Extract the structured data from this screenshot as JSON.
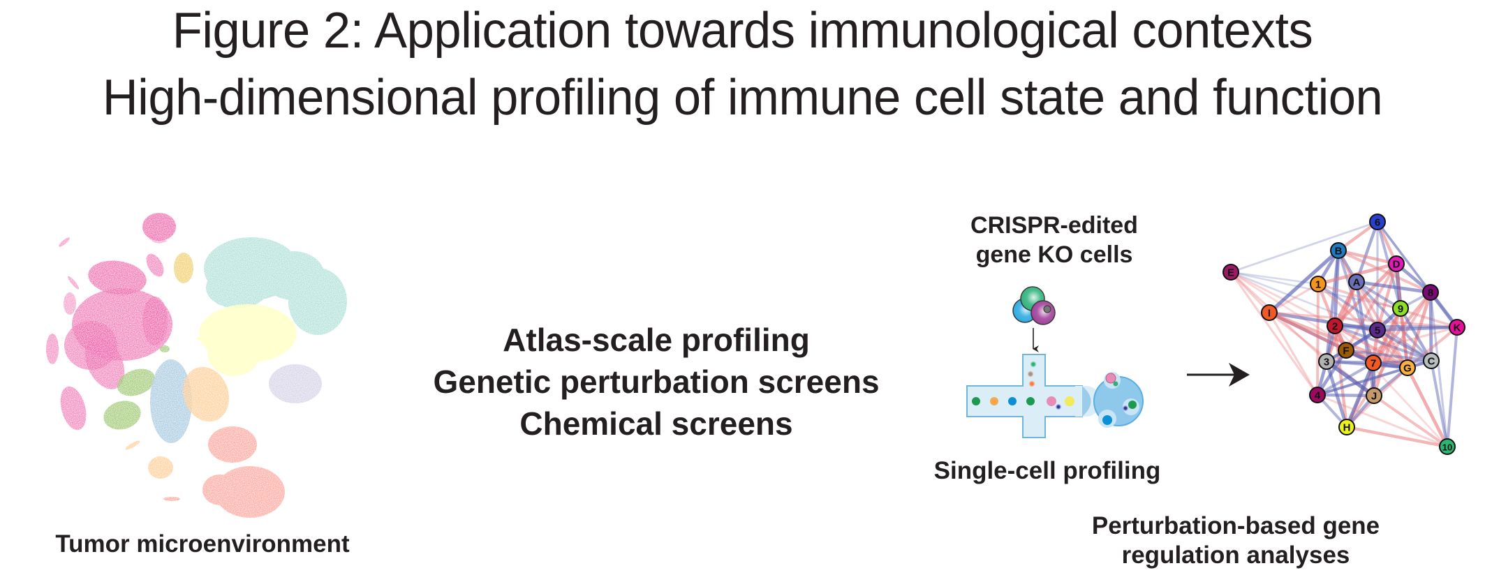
{
  "figure": {
    "title_line1": "Figure 2: Application towards immunological contexts",
    "title_line2": "High-dimensional profiling of immune cell state and function"
  },
  "panels": {
    "umap": {
      "caption": "Tumor microenvironment",
      "cluster_colors": {
        "pink": "#e7298a",
        "mustard": "#e6ab02",
        "teal": "#8dd3c7",
        "yellow": "#ffffb3",
        "lavender": "#bebada",
        "green": "#66a61e",
        "blue": "#80b1d3",
        "orange": "#fdb462",
        "salmon": "#fb8072"
      }
    },
    "methods": {
      "lines": [
        "Atlas-scale profiling",
        "Genetic perturbation screens",
        "Chemical screens"
      ]
    },
    "single_cell": {
      "title_line1": "CRISPR-edited",
      "title_line2": "gene KO cells",
      "caption": "Single-cell profiling",
      "cell_colors": [
        "#2bb17a",
        "#29a9e1",
        "#9e3c97"
      ],
      "droplet_colors": [
        "#1d9a4f",
        "#f7a84a",
        "#0b8fd6",
        "#1d9a4f",
        "#e88bb5",
        "#f2ea5a"
      ]
    },
    "network": {
      "caption_line1": "Perturbation-based gene",
      "caption_line2": "regulation analyses",
      "edge_colors": {
        "positive": "#e8787a",
        "negative": "#5b62b4"
      },
      "nodes": [
        {
          "id": "6",
          "color": "#2b3fcf"
        },
        {
          "id": "B",
          "color": "#1f7bc4"
        },
        {
          "id": "D",
          "color": "#e21ab9"
        },
        {
          "id": "E",
          "color": "#9c1a64"
        },
        {
          "id": "1",
          "color": "#f7941d"
        },
        {
          "id": "A",
          "color": "#6a6fb8"
        },
        {
          "id": "8",
          "color": "#7a0a74"
        },
        {
          "id": "9",
          "color": "#8ee026"
        },
        {
          "id": "I",
          "color": "#f15a24"
        },
        {
          "id": "K",
          "color": "#e8109a"
        },
        {
          "id": "2",
          "color": "#c1172c"
        },
        {
          "id": "5",
          "color": "#5b2a8e"
        },
        {
          "id": "F",
          "color": "#9a5a07"
        },
        {
          "id": "3",
          "color": "#b3b3b3"
        },
        {
          "id": "7",
          "color": "#f15a24"
        },
        {
          "id": "C",
          "color": "#b8bdbd"
        },
        {
          "id": "G",
          "color": "#fbb040"
        },
        {
          "id": "4",
          "color": "#9b0a5e"
        },
        {
          "id": "J",
          "color": "#c49a6c"
        },
        {
          "id": "H",
          "color": "#eef21c"
        },
        {
          "id": "10",
          "color": "#2bb673"
        }
      ],
      "edges": [
        {
          "s": "E",
          "t": "6",
          "sign": "neg",
          "w": 0.2
        },
        {
          "s": "E",
          "t": "I",
          "sign": "pos",
          "w": 0.3
        },
        {
          "s": "E",
          "t": "1",
          "sign": "neg",
          "w": 0.15
        },
        {
          "s": "E",
          "t": "2",
          "sign": "pos",
          "w": 0.25
        },
        {
          "s": "E",
          "t": "3",
          "sign": "pos",
          "w": 0.3
        },
        {
          "s": "E",
          "t": "4",
          "sign": "pos",
          "w": 0.3
        },
        {
          "s": "E",
          "t": "7",
          "sign": "pos",
          "w": 0.2
        },
        {
          "s": "E",
          "t": "5",
          "sign": "neg",
          "w": 0.15
        },
        {
          "s": "E",
          "t": "9",
          "sign": "neg",
          "w": 0.15
        },
        {
          "s": "6",
          "t": "B",
          "sign": "pos",
          "w": 0.6
        },
        {
          "s": "6",
          "t": "A",
          "sign": "neg",
          "w": 0.6
        },
        {
          "s": "6",
          "t": "D",
          "sign": "pos",
          "w": 0.6
        },
        {
          "s": "6",
          "t": "8",
          "sign": "neg",
          "w": 0.4
        },
        {
          "s": "6",
          "t": "9",
          "sign": "neg",
          "w": 0.5
        },
        {
          "s": "6",
          "t": "5",
          "sign": "neg",
          "w": 0.3
        },
        {
          "s": "6",
          "t": "K",
          "sign": "neg",
          "w": 0.25
        },
        {
          "s": "B",
          "t": "I",
          "sign": "neg",
          "w": 0.8
        },
        {
          "s": "B",
          "t": "1",
          "sign": "neg",
          "w": 0.7
        },
        {
          "s": "B",
          "t": "2",
          "sign": "neg",
          "w": 0.7
        },
        {
          "s": "B",
          "t": "A",
          "sign": "neg",
          "w": 0.6
        },
        {
          "s": "B",
          "t": "D",
          "sign": "pos",
          "w": 0.6
        },
        {
          "s": "B",
          "t": "8",
          "sign": "pos",
          "w": 0.5
        },
        {
          "s": "B",
          "t": "5",
          "sign": "pos",
          "w": 0.5
        },
        {
          "s": "B",
          "t": "3",
          "sign": "neg",
          "w": 0.6
        },
        {
          "s": "B",
          "t": "7",
          "sign": "neg",
          "w": 0.5
        },
        {
          "s": "D",
          "t": "1",
          "sign": "pos",
          "w": 0.7
        },
        {
          "s": "D",
          "t": "9",
          "sign": "neg",
          "w": 0.9
        },
        {
          "s": "D",
          "t": "8",
          "sign": "neg",
          "w": 0.7
        },
        {
          "s": "D",
          "t": "2",
          "sign": "pos",
          "w": 0.7
        },
        {
          "s": "D",
          "t": "5",
          "sign": "pos",
          "w": 0.6
        },
        {
          "s": "D",
          "t": "G",
          "sign": "pos",
          "w": 0.5
        },
        {
          "s": "D",
          "t": "F",
          "sign": "pos",
          "w": 0.5
        },
        {
          "s": "A",
          "t": "8",
          "sign": "neg",
          "w": 0.7
        },
        {
          "s": "A",
          "t": "2",
          "sign": "pos",
          "w": 0.8
        },
        {
          "s": "A",
          "t": "3",
          "sign": "pos",
          "w": 0.7
        },
        {
          "s": "A",
          "t": "J",
          "sign": "neg",
          "w": 0.6
        },
        {
          "s": "A",
          "t": "9",
          "sign": "neg",
          "w": 0.5
        },
        {
          "s": "A",
          "t": "C",
          "sign": "neg",
          "w": 0.5
        },
        {
          "s": "A",
          "t": "G",
          "sign": "pos",
          "w": 0.5
        },
        {
          "s": "1",
          "t": "I",
          "sign": "pos",
          "w": 0.3
        },
        {
          "s": "1",
          "t": "2",
          "sign": "pos",
          "w": 0.6
        },
        {
          "s": "1",
          "t": "4",
          "sign": "pos",
          "w": 0.5
        },
        {
          "s": "1",
          "t": "G",
          "sign": "pos",
          "w": 0.4
        },
        {
          "s": "1",
          "t": "K",
          "sign": "pos",
          "w": 0.4
        },
        {
          "s": "1",
          "t": "C",
          "sign": "neg",
          "w": 0.4
        },
        {
          "s": "I",
          "t": "5",
          "sign": "neg",
          "w": 0.7
        },
        {
          "s": "I",
          "t": "F",
          "sign": "neg",
          "w": 0.6
        },
        {
          "s": "I",
          "t": "7",
          "sign": "pos",
          "w": 0.7
        },
        {
          "s": "I",
          "t": "G",
          "sign": "pos",
          "w": 0.6
        },
        {
          "s": "I",
          "t": "4",
          "sign": "pos",
          "w": 0.3
        },
        {
          "s": "I",
          "t": "K",
          "sign": "pos",
          "w": 0.4
        },
        {
          "s": "I",
          "t": "J",
          "sign": "pos",
          "w": 0.3
        },
        {
          "s": "8",
          "t": "K",
          "sign": "neg",
          "w": 0.8
        },
        {
          "s": "8",
          "t": "9",
          "sign": "neg",
          "w": 0.4
        },
        {
          "s": "8",
          "t": "C",
          "sign": "neg",
          "w": 0.7
        },
        {
          "s": "8",
          "t": "G",
          "sign": "pos",
          "w": 0.7
        },
        {
          "s": "8",
          "t": "7",
          "sign": "pos",
          "w": 0.6
        },
        {
          "s": "8",
          "t": "H",
          "sign": "pos",
          "w": 0.5
        },
        {
          "s": "9",
          "t": "5",
          "sign": "neg",
          "w": 0.8
        },
        {
          "s": "9",
          "t": "G",
          "sign": "pos",
          "w": 0.7
        },
        {
          "s": "9",
          "t": "C",
          "sign": "neg",
          "w": 0.6
        },
        {
          "s": "9",
          "t": "7",
          "sign": "pos",
          "w": 0.6
        },
        {
          "s": "9",
          "t": "J",
          "sign": "pos",
          "w": 0.6
        },
        {
          "s": "9",
          "t": "H",
          "sign": "pos",
          "w": 0.5
        },
        {
          "s": "K",
          "t": "2",
          "sign": "neg",
          "w": 0.5
        },
        {
          "s": "K",
          "t": "5",
          "sign": "neg",
          "w": 0.6
        },
        {
          "s": "K",
          "t": "G",
          "sign": "pos",
          "w": 0.5
        },
        {
          "s": "K",
          "t": "10",
          "sign": "neg",
          "w": 0.5
        },
        {
          "s": "K",
          "t": "3",
          "sign": "pos",
          "w": 0.3
        },
        {
          "s": "2",
          "t": "F",
          "sign": "pos",
          "w": 1.0
        },
        {
          "s": "2",
          "t": "3",
          "sign": "neg",
          "w": 0.6
        },
        {
          "s": "2",
          "t": "5",
          "sign": "neg",
          "w": 0.5
        },
        {
          "s": "2",
          "t": "G",
          "sign": "pos",
          "w": 0.6
        },
        {
          "s": "2",
          "t": "C",
          "sign": "neg",
          "w": 0.5
        },
        {
          "s": "2",
          "t": "H",
          "sign": "pos",
          "w": 0.6
        },
        {
          "s": "5",
          "t": "F",
          "sign": "neg",
          "w": 0.8
        },
        {
          "s": "5",
          "t": "7",
          "sign": "pos",
          "w": 0.7
        },
        {
          "s": "5",
          "t": "C",
          "sign": "neg",
          "w": 0.6
        },
        {
          "s": "5",
          "t": "G",
          "sign": "pos",
          "w": 0.6
        },
        {
          "s": "5",
          "t": "3",
          "sign": "neg",
          "w": 0.5
        },
        {
          "s": "F",
          "t": "7",
          "sign": "neg",
          "w": 1.0
        },
        {
          "s": "F",
          "t": "3",
          "sign": "neg",
          "w": 0.6
        },
        {
          "s": "F",
          "t": "4",
          "sign": "neg",
          "w": 0.7
        },
        {
          "s": "F",
          "t": "G",
          "sign": "pos",
          "w": 0.5
        },
        {
          "s": "F",
          "t": "C",
          "sign": "neg",
          "w": 0.5
        },
        {
          "s": "3",
          "t": "J",
          "sign": "neg",
          "w": 0.9
        },
        {
          "s": "3",
          "t": "4",
          "sign": "neg",
          "w": 0.7
        },
        {
          "s": "3",
          "t": "H",
          "sign": "neg",
          "w": 0.7
        },
        {
          "s": "3",
          "t": "7",
          "sign": "neg",
          "w": 0.6
        },
        {
          "s": "3",
          "t": "G",
          "sign": "neg",
          "w": 0.5
        },
        {
          "s": "7",
          "t": "G",
          "sign": "neg",
          "w": 0.9
        },
        {
          "s": "7",
          "t": "J",
          "sign": "neg",
          "w": 0.8
        },
        {
          "s": "7",
          "t": "H",
          "sign": "neg",
          "w": 0.8
        },
        {
          "s": "7",
          "t": "4",
          "sign": "neg",
          "w": 0.5
        },
        {
          "s": "7",
          "t": "C",
          "sign": "neg",
          "w": 0.5
        },
        {
          "s": "G",
          "t": "C",
          "sign": "neg",
          "w": 0.6
        },
        {
          "s": "G",
          "t": "J",
          "sign": "neg",
          "w": 0.6
        },
        {
          "s": "G",
          "t": "4",
          "sign": "neg",
          "w": 0.5
        },
        {
          "s": "G",
          "t": "10",
          "sign": "pos",
          "w": 0.7
        },
        {
          "s": "G",
          "t": "H",
          "sign": "pos",
          "w": 0.4
        },
        {
          "s": "C",
          "t": "10",
          "sign": "neg",
          "w": 0.5
        },
        {
          "s": "C",
          "t": "4",
          "sign": "neg",
          "w": 0.4
        },
        {
          "s": "4",
          "t": "J",
          "sign": "neg",
          "w": 0.6
        },
        {
          "s": "4",
          "t": "H",
          "sign": "neg",
          "w": 0.5
        },
        {
          "s": "J",
          "t": "H",
          "sign": "neg",
          "w": 0.6
        },
        {
          "s": "J",
          "t": "10",
          "sign": "pos",
          "w": 0.5
        },
        {
          "s": "H",
          "t": "10",
          "sign": "pos",
          "w": 0.6
        },
        {
          "s": "4",
          "t": "10",
          "sign": "pos",
          "w": 0.25
        },
        {
          "s": "2",
          "t": "10",
          "sign": "pos",
          "w": 0.2
        },
        {
          "s": "8",
          "t": "10",
          "sign": "neg",
          "w": 0.3
        }
      ]
    }
  }
}
